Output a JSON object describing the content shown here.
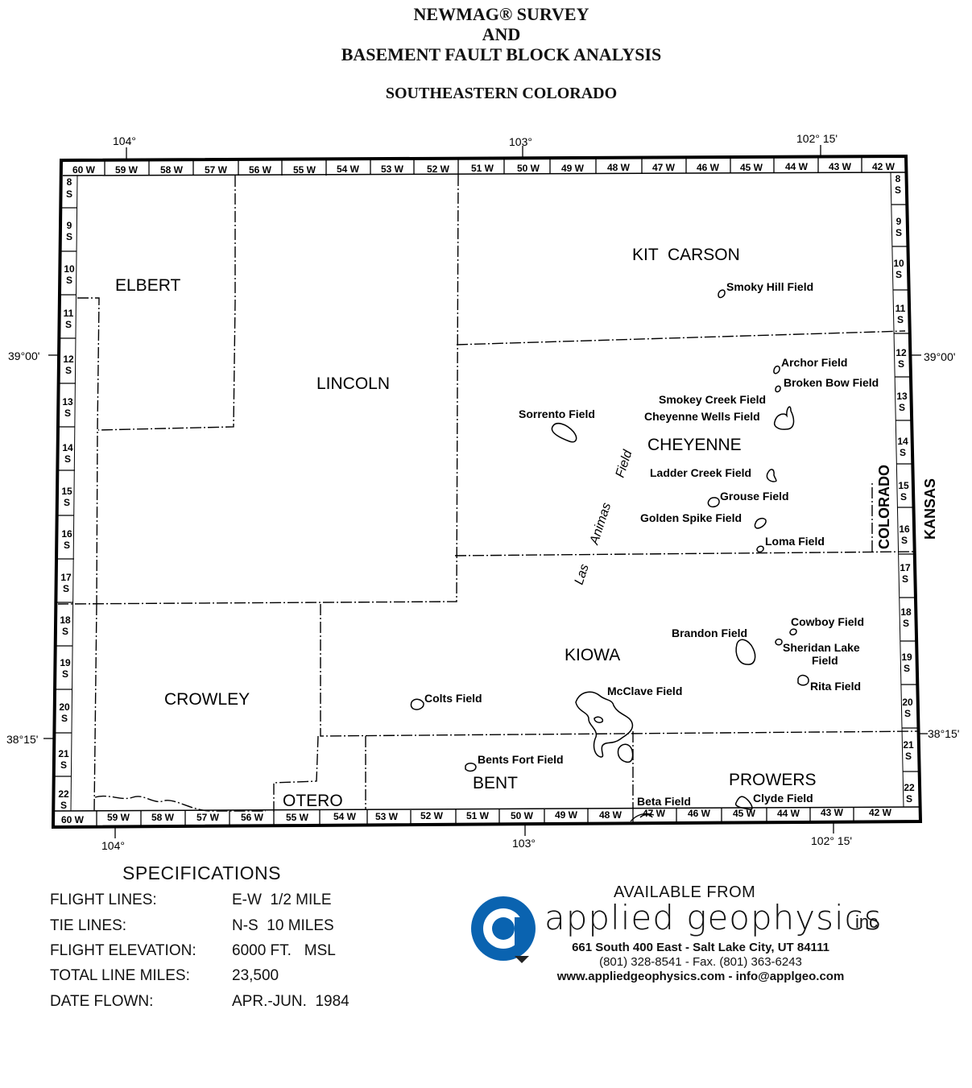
{
  "title": {
    "line1": "NEWMAG® SURVEY",
    "line2": "AND",
    "line3": "BASEMENT FAULT BLOCK ANALYSIS",
    "subtitle": "SOUTHEASTERN COLORADO"
  },
  "longitude_labels": {
    "lon_104": "104°",
    "lon_103": "103°",
    "lon_102_15": "102° 15'"
  },
  "latitude_labels": {
    "lat_39": "39°00'",
    "lat_38_15": "38°15'"
  },
  "top_ranges": [
    "60 W",
    "59 W",
    "58 W",
    "57 W",
    "56 W",
    "55 W",
    "54 W",
    "53 W",
    "52 W",
    "51 W",
    "50 W",
    "49 W",
    "48 W",
    "47 W",
    "46 W",
    "45 W",
    "44 W",
    "43 W",
    "42 W"
  ],
  "bottom_ranges": [
    "60 W",
    "59 W",
    "58 W",
    "57 W",
    "56 W",
    "55 W",
    "54 W",
    "53 W",
    "52 W",
    "51 W",
    "50 W",
    "49 W",
    "48 W",
    "47 W",
    "46 W",
    "45 W",
    "44 W",
    "43 W",
    "42 W"
  ],
  "townships_left": [
    [
      "8",
      "S"
    ],
    [
      "9",
      "S"
    ],
    [
      "10",
      "S"
    ],
    [
      "11",
      "S"
    ],
    [
      "12",
      "S"
    ],
    [
      "13",
      "S"
    ],
    [
      "14",
      "S"
    ],
    [
      "15",
      "S"
    ],
    [
      "16",
      "S"
    ],
    [
      "17",
      "S"
    ],
    [
      "18",
      "S"
    ],
    [
      "19",
      "S"
    ],
    [
      "20",
      "S"
    ],
    [
      "21",
      "S"
    ],
    [
      "22",
      "S"
    ]
  ],
  "townships_right": [
    [
      "8",
      "S"
    ],
    [
      "9",
      "S"
    ],
    [
      "10",
      "S"
    ],
    [
      "11",
      "S"
    ],
    [
      "12",
      "S"
    ],
    [
      "13",
      "S"
    ],
    [
      "14",
      "S"
    ],
    [
      "15",
      "S"
    ],
    [
      "16",
      "S"
    ],
    [
      "17",
      "S"
    ],
    [
      "18",
      "S"
    ],
    [
      "19",
      "S"
    ],
    [
      "20",
      "S"
    ],
    [
      "21",
      "S"
    ],
    [
      "22",
      "S"
    ]
  ],
  "counties": {
    "elbert": "ELBERT",
    "lincoln": "LINCOLN",
    "kit_carson": "KIT  CARSON",
    "cheyenne": "CHEYENNE",
    "kiowa": "KIOWA",
    "crowley": "CROWLEY",
    "otero": "OTERO",
    "bent": "BENT",
    "prowers": "PROWERS"
  },
  "states": {
    "colorado": "COLORADO",
    "kansas": "KANSAS"
  },
  "fields": {
    "smoky_hill": "Smoky Hill Field",
    "archor": "Archor Field",
    "broken_bow": "Broken Bow Field",
    "smokey_creek": "Smokey Creek Field",
    "cheyenne_wells": "Cheyenne Wells Field",
    "sorrento": "Sorrento Field",
    "ladder_creek": "Ladder Creek Field",
    "grouse": "Grouse Field",
    "golden_spike": "Golden Spike Field",
    "loma": "Loma Field",
    "cowboy": "Cowboy Field",
    "brandon": "Brandon Field",
    "sheridan_lake_1": "Sheridan Lake",
    "sheridan_lake_2": "Field",
    "rita": "Rita Field",
    "mcclave": "McClave Field",
    "colts": "Colts Field",
    "bents_fort": "Bents Fort Field",
    "beta": "Beta Field",
    "clyde": "Clyde Field",
    "las_animas_1": "Las",
    "las_animas_2": "Animas",
    "las_animas_3": "Field"
  },
  "specifications": {
    "heading": "SPECIFICATIONS",
    "rows": [
      {
        "label": "FLIGHT LINES:",
        "value": "E-W  1/2 MILE"
      },
      {
        "label": "TIE LINES:",
        "value": "N-S  10 MILES"
      },
      {
        "label": "FLIGHT ELEVATION:",
        "value": "6000 FT.   MSL"
      },
      {
        "label": "TOTAL LINE MILES:",
        "value": "23,500"
      },
      {
        "label": "DATE FLOWN:",
        "value": "APR.-JUN.  1984"
      }
    ]
  },
  "vendor": {
    "available": "AVAILABLE FROM",
    "name": "applied geophysics",
    "suffix": "inc",
    "address": "661 South 400 East - Salt Lake City, UT  84111",
    "phone": "(801) 328-8541 - Fax. (801) 363-6243",
    "web": "www.appliedgeophysics.com - info@applgeo.com",
    "logo_color": "#0a63b0"
  }
}
